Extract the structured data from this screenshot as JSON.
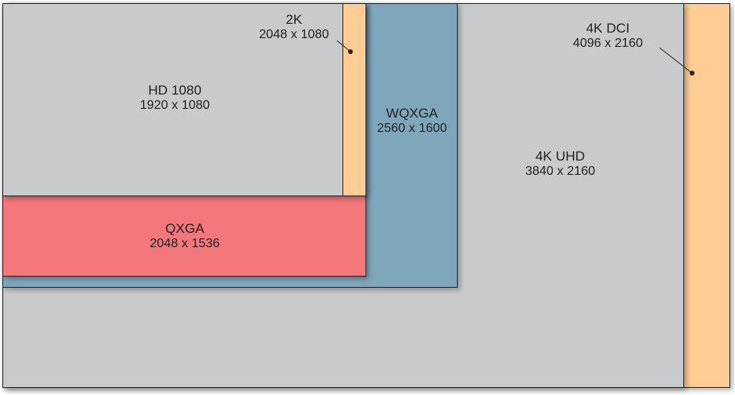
{
  "resolutions": [
    {
      "name": "4K DCI",
      "dims": "4096 x 2160",
      "color": "#fecc94"
    },
    {
      "name": "4K UHD",
      "dims": "3840 x 2160",
      "color": "#c9cacc"
    },
    {
      "name": "WQXGA",
      "dims": "2560 x 1600",
      "color": "#7fa7bb"
    },
    {
      "name": "QXGA",
      "dims": "2048 x 1536",
      "color": "#f3777b"
    },
    {
      "name": "2K",
      "dims": "2048 x 1080",
      "color": "#fecc94"
    },
    {
      "name": "HD 1080",
      "dims": "1920 x 1080",
      "color": "#c9cacc"
    }
  ]
}
